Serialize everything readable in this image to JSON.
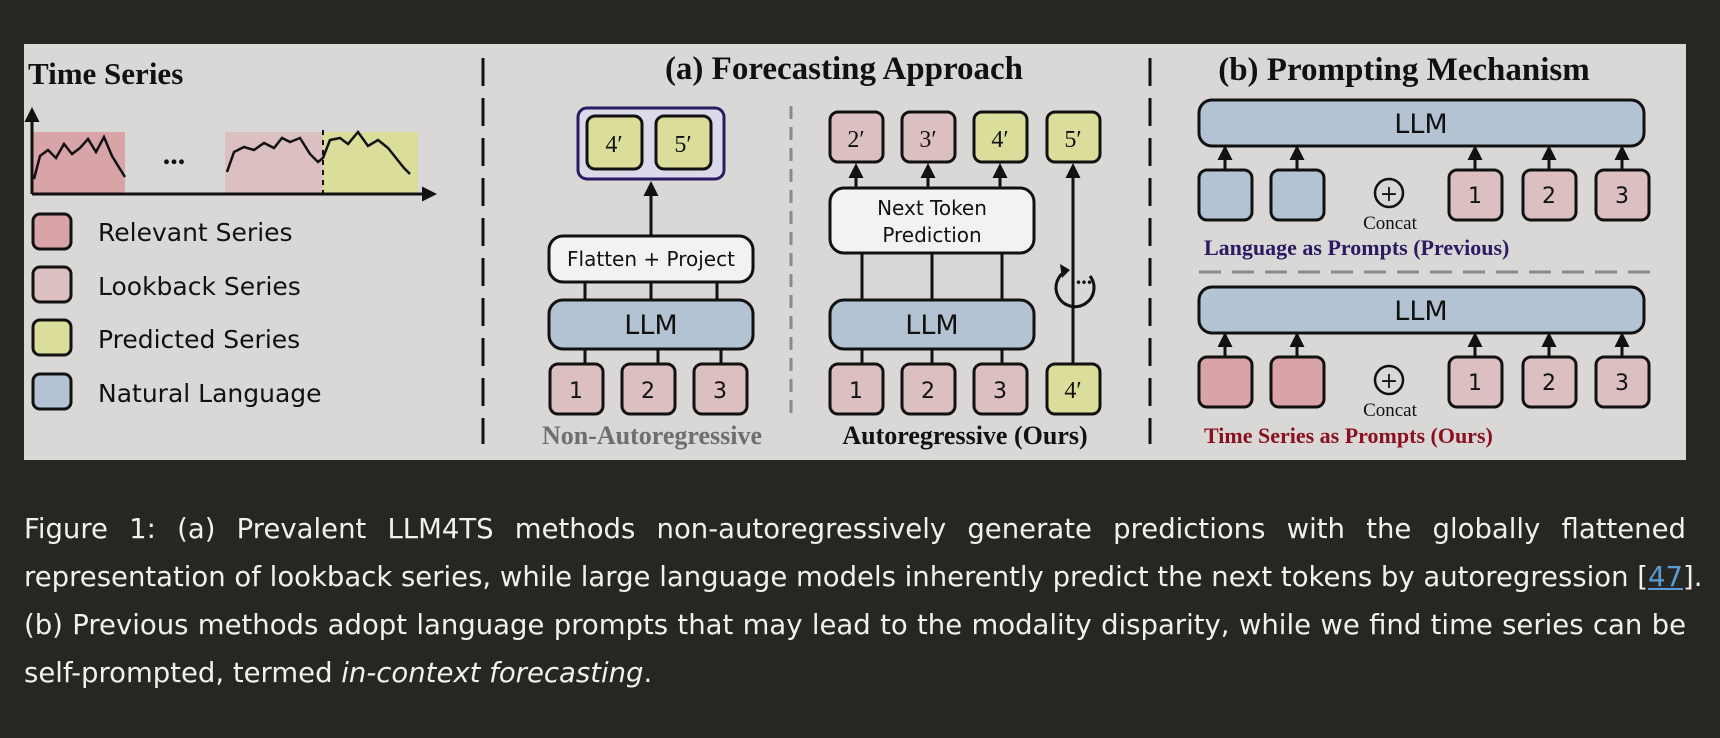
{
  "left": {
    "title": "Time Series",
    "ellipsis": "...",
    "legend": [
      {
        "label": "Relevant Series",
        "color": "#d9a4a7"
      },
      {
        "label": "Lookback Series",
        "color": "#dcbfc1"
      },
      {
        "label": "Predicted Series",
        "color": "#dbdd9a"
      },
      {
        "label": "Natural Language",
        "color": "#b4c3d4"
      }
    ]
  },
  "panel_a": {
    "title": "(a) Forecasting Approach",
    "non_ar": {
      "outputs": [
        "4′",
        "5′"
      ],
      "head": "Flatten + Project",
      "llm": "LLM",
      "inputs": [
        "1",
        "2",
        "3"
      ],
      "label": "Non-Autoregressive"
    },
    "ar": {
      "outputs": [
        "2′",
        "3′",
        "4′",
        "5′"
      ],
      "head_line1": "Next Token",
      "head_line2": "Prediction",
      "llm": "LLM",
      "inputs": [
        "1",
        "2",
        "3",
        "4′"
      ],
      "loop": "...",
      "label": "Autoregressive (Ours)"
    }
  },
  "panel_b": {
    "title": "(b) Prompting Mechanism",
    "top": {
      "llm": "LLM",
      "tokens": [
        "1",
        "2",
        "3"
      ],
      "concat": "Concat",
      "plus": "+",
      "label": "Language as Prompts (Previous)"
    },
    "bottom": {
      "llm": "LLM",
      "tokens": [
        "1",
        "2",
        "3"
      ],
      "concat": "Concat",
      "plus": "+",
      "label": "Time Series as Prompts (Ours)"
    }
  },
  "colors": {
    "relevant": "#d9a4a7",
    "lookback": "#dcbfc1",
    "predicted": "#dbdd9a",
    "language": "#b4c3d4",
    "previous_label": "#2a1b63",
    "ours_label": "#8a1020",
    "link": "#5b9bd5"
  },
  "caption": {
    "line1": "Figure 1: (a) Prevalent LLM4TS methods non-autoregressively generate predictions with the globally flattened",
    "line2_pre": "representation of lookback series, while large language models inherently predict the next tokens by autoregression [",
    "line2_ref": "47",
    "line2_post": "].",
    "line3": "(b) Previous methods adopt language prompts that may lead to the modality disparity, while we find time series can be",
    "line4_pre": "self-prompted, termed ",
    "line4_em": "in-context forecasting",
    "line4_post": "."
  }
}
